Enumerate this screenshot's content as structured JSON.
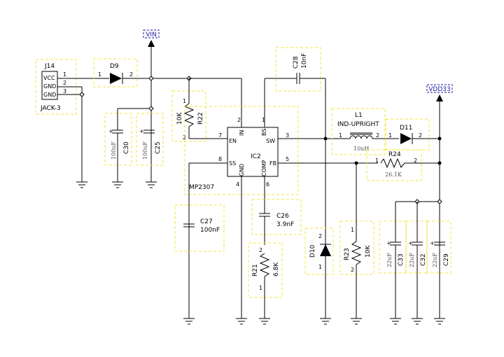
{
  "nets": {
    "vin": "VIN",
    "vdd33": "VDD33"
  },
  "connector": {
    "ref": "J14",
    "name": "JACK-3",
    "pins": [
      "VCC",
      "GND",
      "GND"
    ],
    "pin_numbers": [
      "1",
      "2",
      "3"
    ]
  },
  "ic": {
    "ref": "IC2",
    "part": "MP2307",
    "pins": {
      "en": {
        "name": "EN",
        "num": "7"
      },
      "in": {
        "name": "IN",
        "num": "2"
      },
      "bs": {
        "name": "BS",
        "num": "1"
      },
      "sw": {
        "name": "SW",
        "num": "3"
      },
      "ss": {
        "name": "SS",
        "num": "8"
      },
      "gnd": {
        "name": "GND",
        "num": "4"
      },
      "comp": {
        "name": "COMP",
        "num": "6"
      },
      "fb": {
        "name": "FB",
        "num": "5"
      }
    }
  },
  "components": {
    "d9": {
      "ref": "D9",
      "pin1": "1",
      "pin2": "2"
    },
    "r22": {
      "ref": "R22",
      "value": "10K",
      "pin1": "1",
      "pin2": "2"
    },
    "c30": {
      "ref": "C30",
      "value": "100uF"
    },
    "c25": {
      "ref": "C25",
      "value": "100uF"
    },
    "c28": {
      "ref": "C28",
      "value": "10nF"
    },
    "l1": {
      "ref": "L1",
      "name": "IND-UPRIGHT",
      "value": "10uH",
      "pin1": "1",
      "pin2": "2"
    },
    "d11": {
      "ref": "D11",
      "pin1": "1",
      "pin2": "2"
    },
    "r24": {
      "ref": "R24",
      "value": "26.1K",
      "pin1": "1",
      "pin2": "2"
    },
    "c27": {
      "ref": "C27",
      "value": "100nF"
    },
    "c26": {
      "ref": "C26",
      "value": "3.9nF"
    },
    "r21": {
      "ref": "R21",
      "value": "6.8K",
      "pin1": "1",
      "pin2": "2"
    },
    "d10": {
      "ref": "D10",
      "pin1": "1",
      "pin2": "2"
    },
    "r23": {
      "ref": "R23",
      "value": "10K",
      "pin1": "1",
      "pin2": "2"
    },
    "c33": {
      "ref": "C33",
      "value": "22uF"
    },
    "c32": {
      "ref": "C32",
      "value": "22uF"
    },
    "c29": {
      "ref": "C29",
      "value": "22uF"
    }
  }
}
